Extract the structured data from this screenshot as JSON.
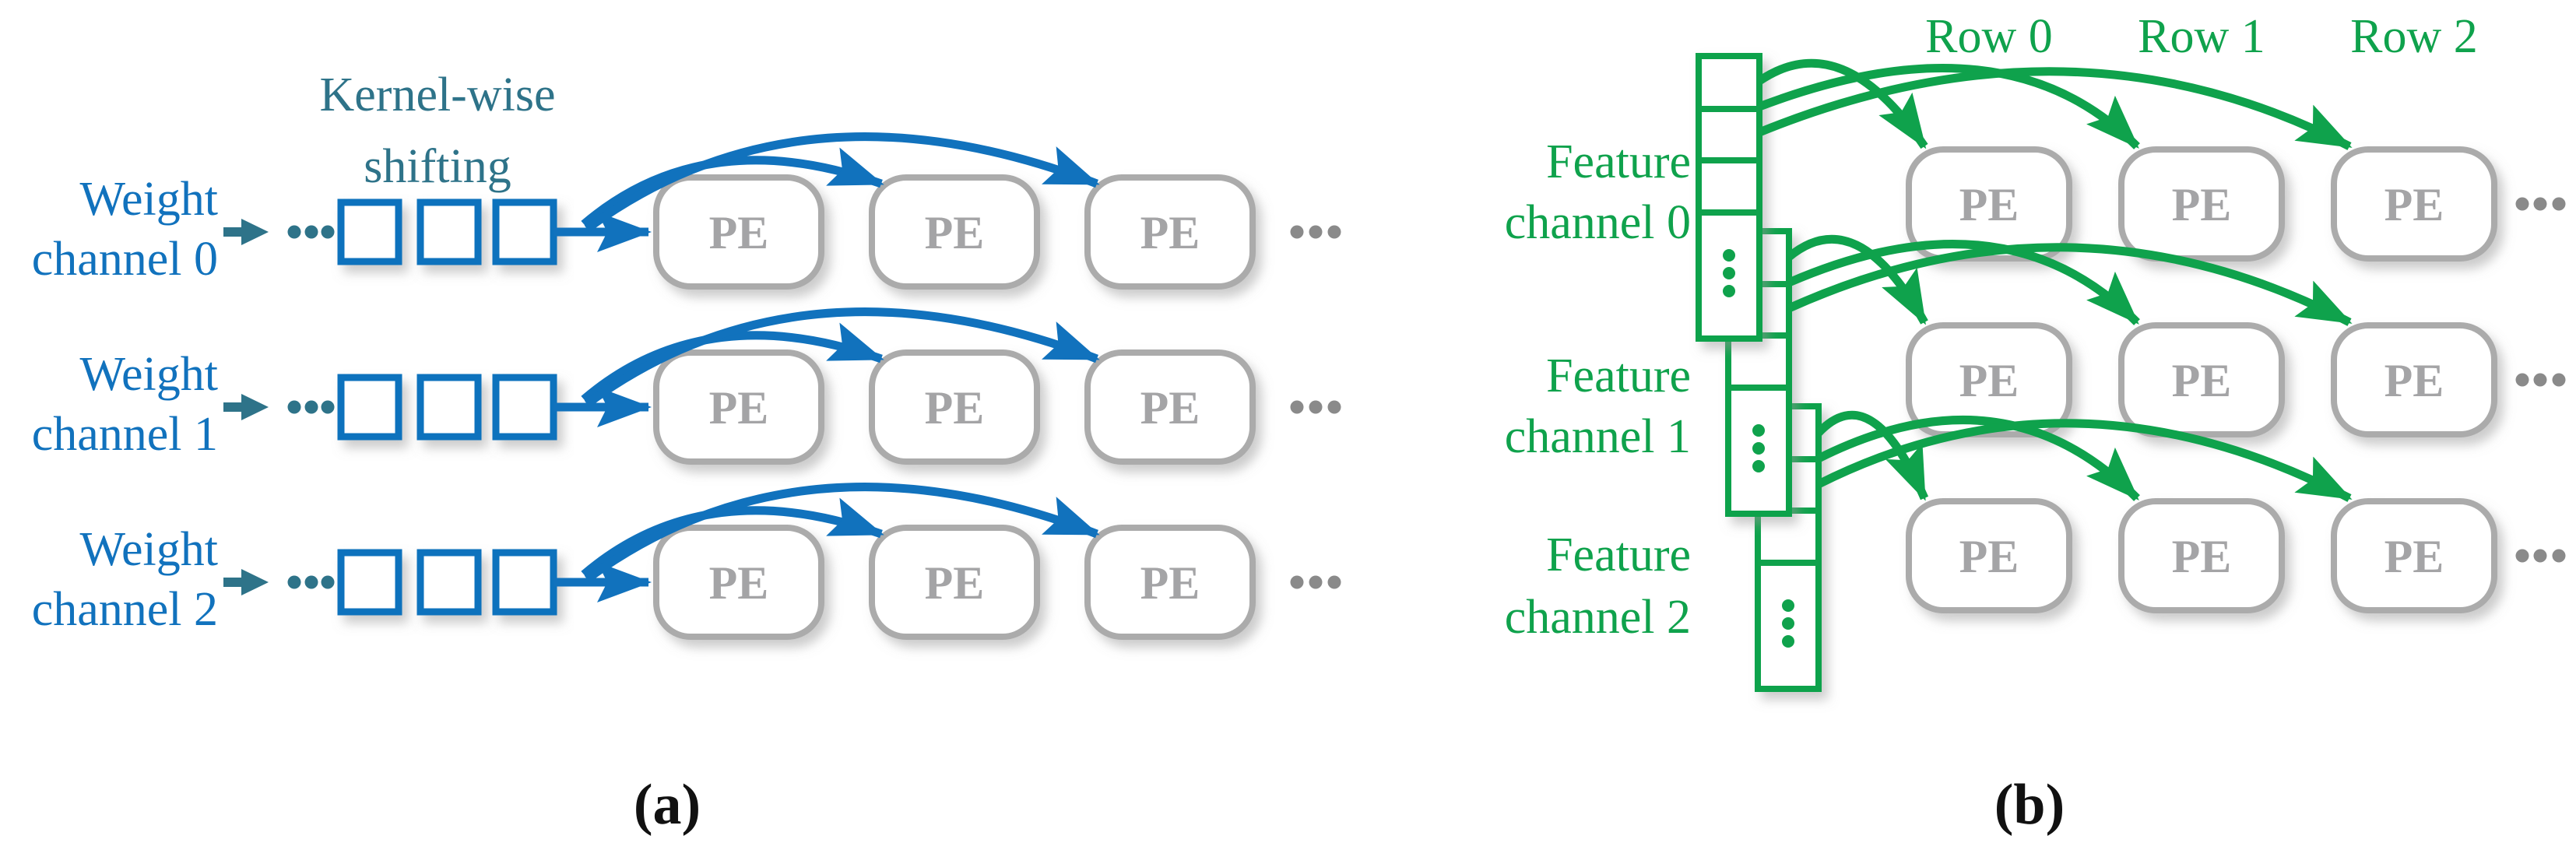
{
  "figure": {
    "colors": {
      "blue": "#1172BD",
      "teal": "#2E7389",
      "green": "#0FA24C",
      "pe_border_gray": "#ABABAB",
      "pe_text_gray": "#A4A4A6",
      "ellipsis_gray": "#8A8A8A"
    },
    "panel_a": {
      "caption": "(a)",
      "shifting_label_line1": "Kernel-wise",
      "shifting_label_line2": "shifting",
      "pe_label": "PE",
      "channels": [
        {
          "label_line1": "Weight",
          "label_line2": "channel 0"
        },
        {
          "label_line1": "Weight",
          "label_line2": "channel 1"
        },
        {
          "label_line1": "Weight",
          "label_line2": "channel 2"
        }
      ]
    },
    "panel_b": {
      "caption": "(b)",
      "pe_label": "PE",
      "row_labels": [
        "Row 0",
        "Row 1",
        "Row 2"
      ],
      "channels": [
        {
          "label_line1": "Feature",
          "label_line2": "channel 0"
        },
        {
          "label_line1": "Feature",
          "label_line2": "channel 1"
        },
        {
          "label_line1": "Feature",
          "label_line2": "channel 2"
        }
      ]
    }
  }
}
